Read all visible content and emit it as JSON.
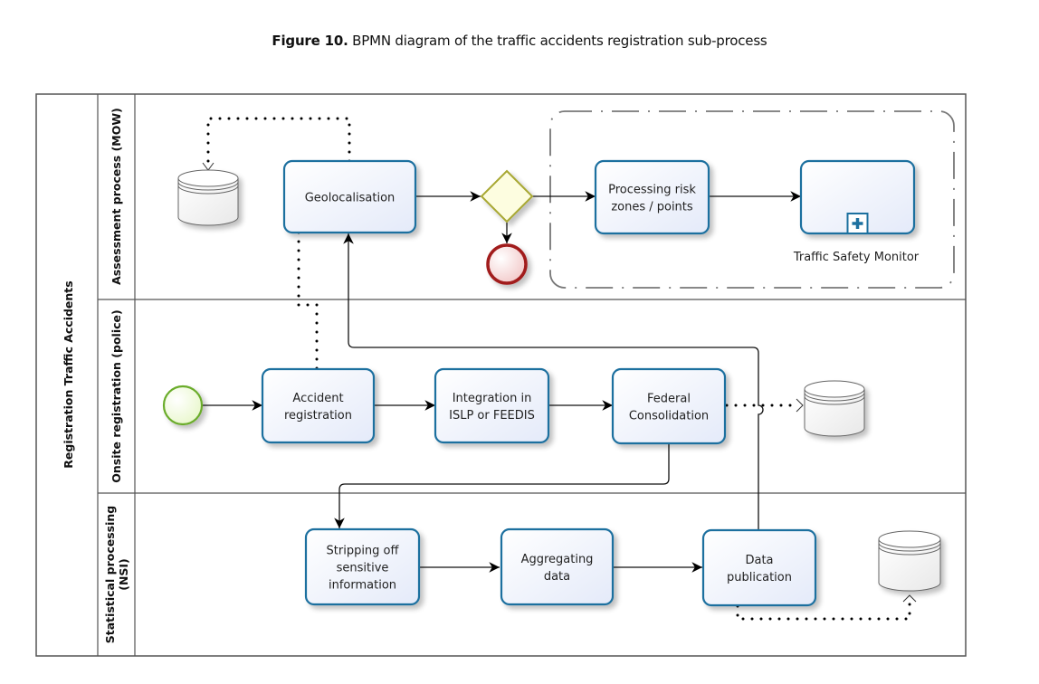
{
  "caption": {
    "figure_number": "Figure 10.",
    "text": " BPMN diagram of the traffic accidents registration sub-process"
  },
  "pool": {
    "label": "Registration Traffic Accidents"
  },
  "lanes": [
    {
      "id": "assessment",
      "label": "Assessment process (MOW)"
    },
    {
      "id": "onsite",
      "label": "Onsite registration (police)"
    },
    {
      "id": "statistical",
      "label_line1": "Statistical processing",
      "label_line2": "(NSI)"
    }
  ],
  "tasks": {
    "geolocalisation": {
      "lines": [
        "Geolocalisation"
      ]
    },
    "processing_risk": {
      "lines": [
        "Processing risk",
        "zones / points"
      ]
    },
    "traffic_safety_monitor": {
      "label": "Traffic Safety Monitor",
      "type": "collapsed-subprocess"
    },
    "accident_registration": {
      "lines": [
        "Accident",
        "registration"
      ]
    },
    "integration": {
      "lines": [
        "Integration in",
        "ISLP or FEEDIS"
      ]
    },
    "federal_consolidation": {
      "lines": [
        "Federal",
        "Consolidation"
      ]
    },
    "stripping": {
      "lines": [
        "Stripping off",
        "sensitive",
        "information"
      ]
    },
    "aggregating": {
      "lines": [
        "Aggregating",
        "data"
      ]
    },
    "data_publication": {
      "lines": [
        "Data",
        "publication"
      ]
    }
  },
  "events": {
    "start": {
      "type": "start-event"
    },
    "end": {
      "type": "end-event"
    }
  },
  "gateway": {
    "type": "exclusive-gateway"
  },
  "colors": {
    "task_border": "#1e6f9f",
    "task_fill_top": "#ffffff",
    "task_fill_bottom": "#e6ecfa",
    "start_border": "#6aac2c",
    "start_fill": "#f2fbdc",
    "end_border": "#a11a1a",
    "end_fill": "#f6d3d3",
    "gateway_border": "#a8a832",
    "gateway_fill": "#fdfde0",
    "lane_border": "#555555"
  }
}
